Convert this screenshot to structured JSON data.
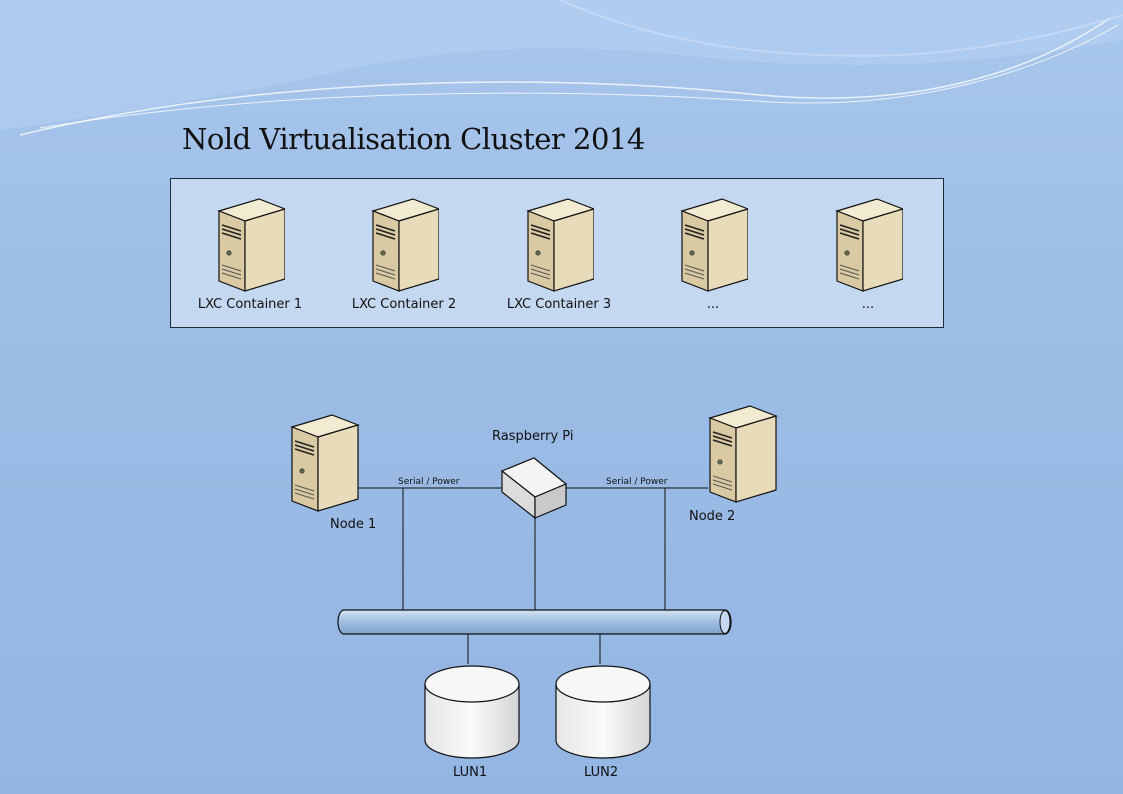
{
  "title": "Nold Virtualisation Cluster 2014",
  "containers": [
    {
      "label": "LXC Container 1"
    },
    {
      "label": "LXC Container 2"
    },
    {
      "label": "LXC Container 3"
    },
    {
      "label": "..."
    },
    {
      "label": "..."
    }
  ],
  "network": {
    "node1": "Node 1",
    "node2": "Node 2",
    "pi": "Raspberry Pi",
    "link_left": "Serial / Power",
    "link_right": "Serial / Power",
    "lun1": "LUN1",
    "lun2": "LUN2"
  },
  "colors": {
    "server_body": "#e3d6b3",
    "server_shadow": "#bba77f",
    "bus": "#a6c3e4"
  },
  "icons": [
    "server-icon",
    "network-device-icon",
    "disk-icon"
  ]
}
